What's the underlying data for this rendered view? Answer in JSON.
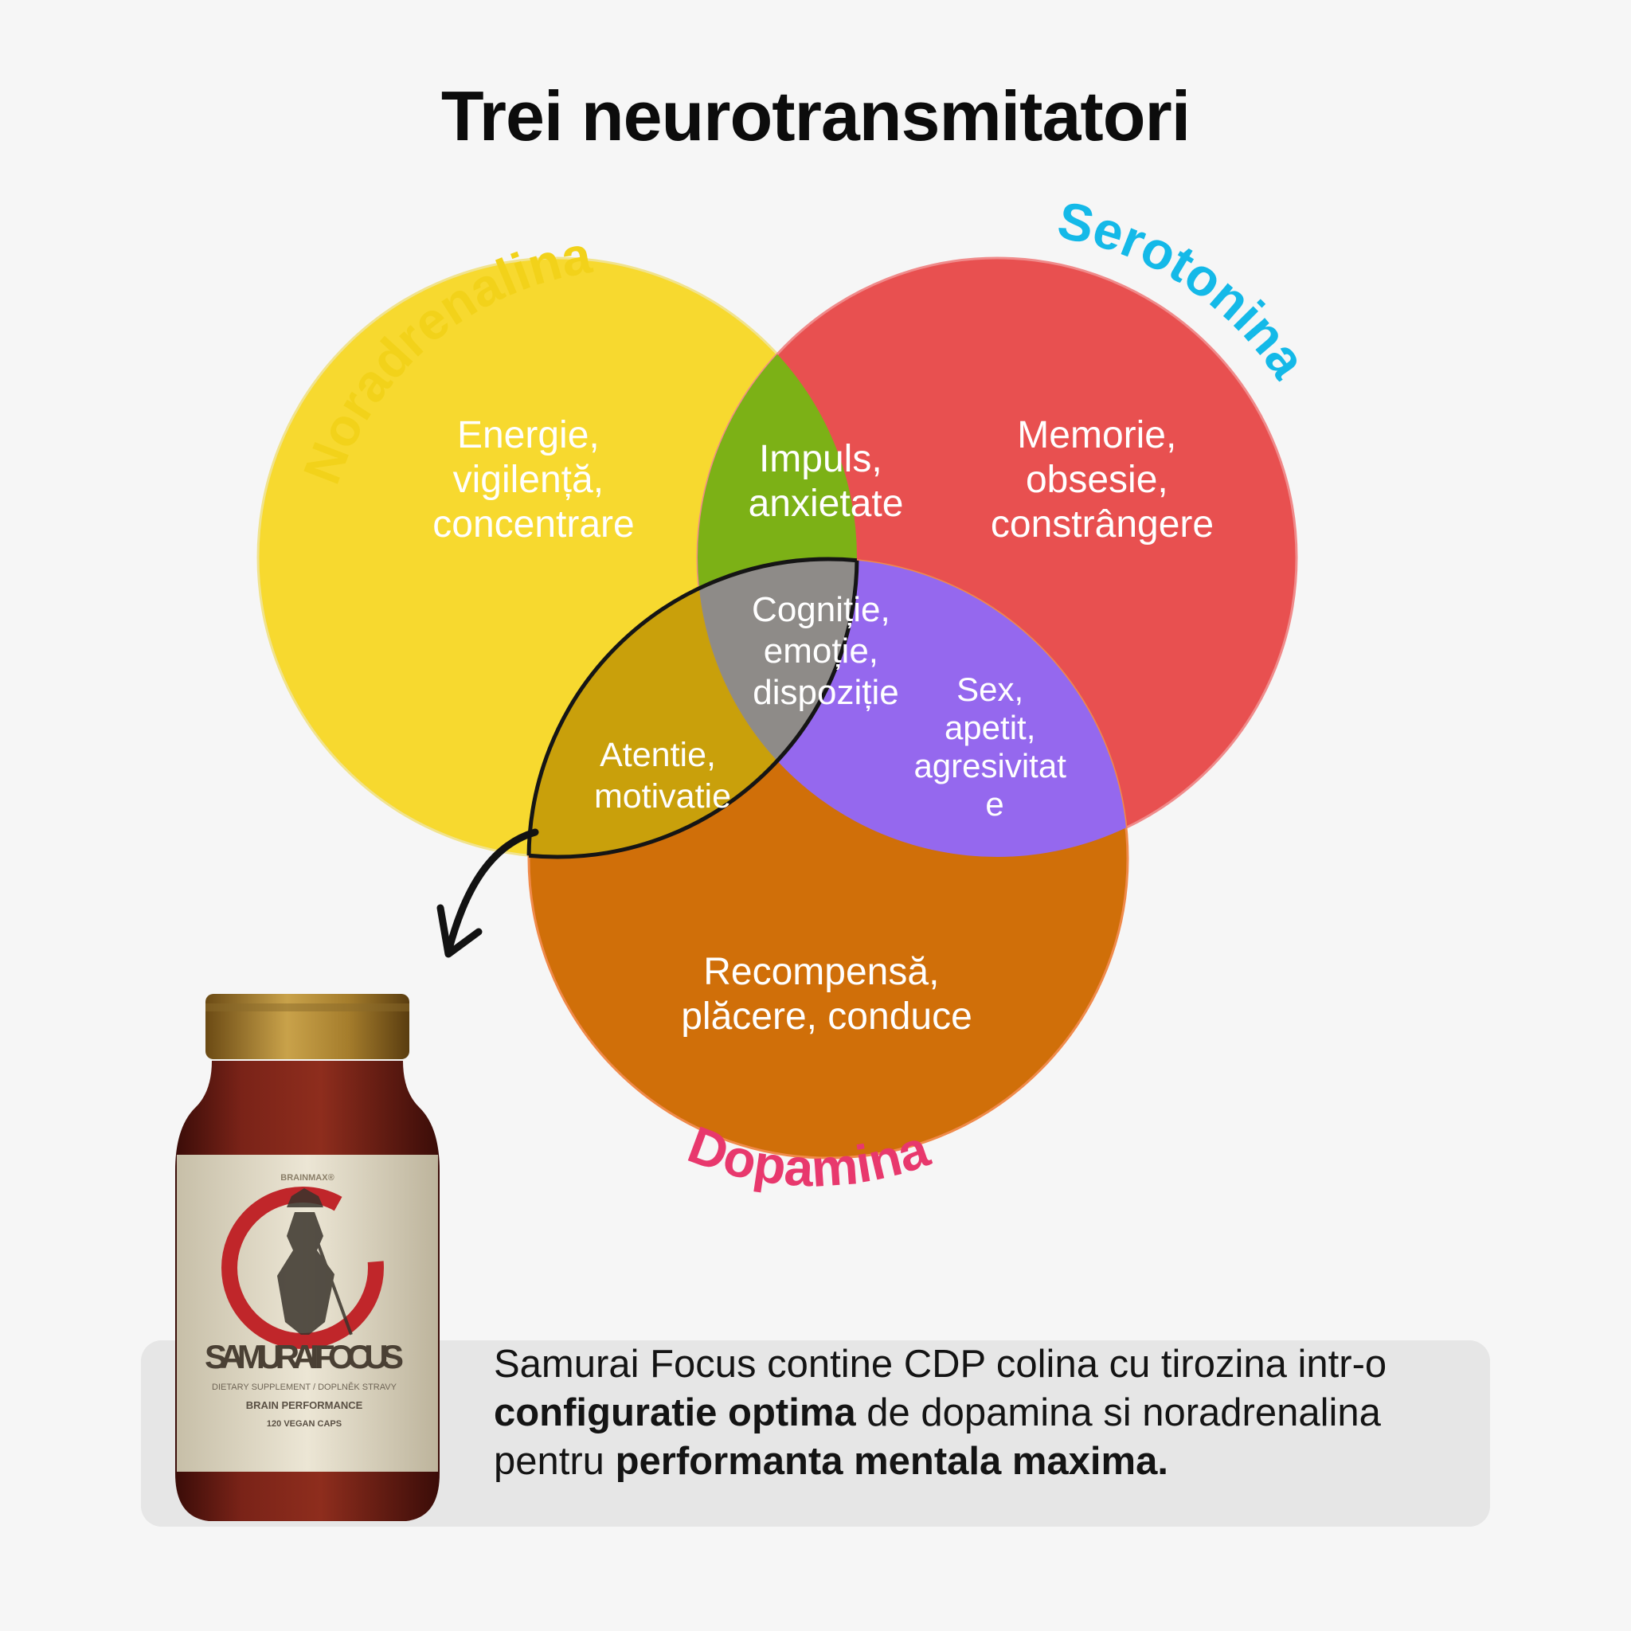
{
  "title": "Trei neurotransmitatori",
  "venn": {
    "circles": {
      "noradrenalina": {
        "label": "Noradrenalina",
        "color": "#f7d92f",
        "label_color": "#f2d21a"
      },
      "serotonina": {
        "label": "Serotonina",
        "color": "#e85050",
        "label_color": "#14b9e8"
      },
      "dopamina": {
        "label": "Dopamina",
        "color": "#d06f09",
        "label_color": "#e8386d"
      }
    },
    "regions": {
      "noradrenalina_only": [
        "Energie,",
        "vigilență,",
        "concentrare"
      ],
      "serotonina_only": [
        "Memorie,",
        "obsesie,",
        "constrângere"
      ],
      "dopamina_only": [
        "Recompensă,",
        "plăcere, conduce"
      ],
      "nor_sero": {
        "lines": [
          "Impuls,",
          "anxietate"
        ],
        "color": "#7cb116"
      },
      "nor_dopa": {
        "lines": [
          "Atentie,",
          "motivatie"
        ],
        "color": "#c9a00b"
      },
      "sero_dopa": {
        "lines": [
          "Sex,",
          "apetit,",
          "agresivitat",
          "e"
        ],
        "color": "#9568ee"
      },
      "all_three": {
        "lines": [
          "Cogniție,",
          "emoție,",
          "dispoziție"
        ],
        "color": "#8e8b88"
      }
    }
  },
  "product": {
    "brand": "BRAINMAX®",
    "name": "SAMURAI FOCUS",
    "subtitle": "DIETARY SUPPLEMENT / DOPLNĚK STRAVY",
    "category": "BRAIN PERFORMANCE",
    "count": "120 VEGAN CAPS"
  },
  "info": {
    "part1": "Samurai Focus contine CDP colina cu tirozina intr-o ",
    "bold1": "configuratie optima",
    "part2": " de dopamina si noradrenalina pentru ",
    "bold2": "performanta mentala maxima."
  }
}
